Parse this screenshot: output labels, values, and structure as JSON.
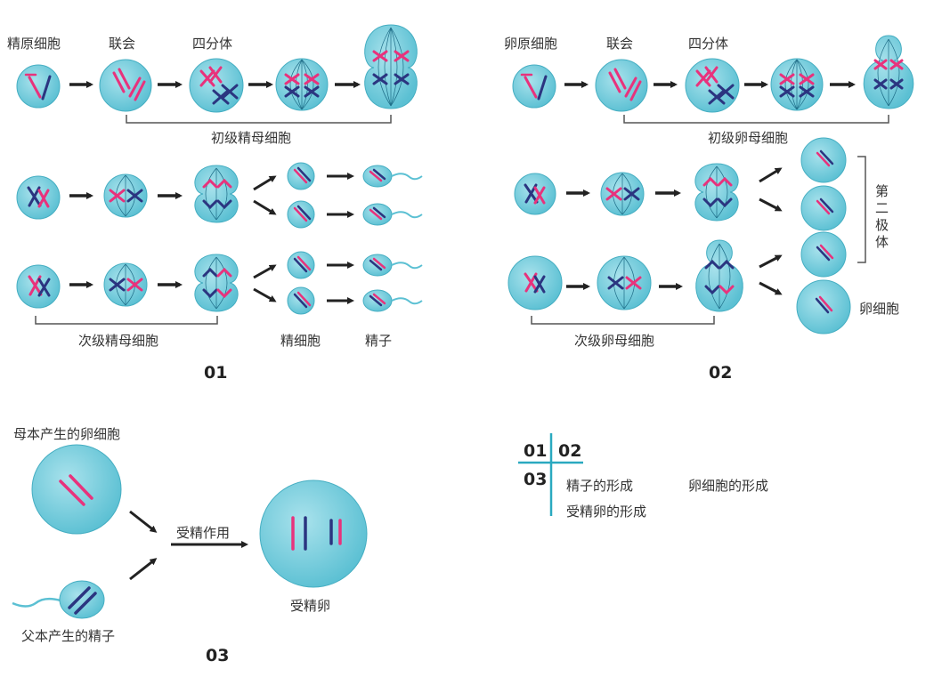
{
  "colors": {
    "cell_fill": "#5bc0d3",
    "cell_light": "#a9e2ec",
    "cell_stroke": "#45aec2",
    "chrom_pink": "#e8327c",
    "chrom_navy": "#2b3580",
    "arrow": "#222222",
    "spindle": "#1d6b86",
    "legend_line": "#2aa9c0"
  },
  "panel1": {
    "label_spermatogonium": "精原细胞",
    "label_synapsis": "联会",
    "label_tetrad": "四分体",
    "label_primary": "初级精母细胞",
    "label_secondary": "次级精母细胞",
    "label_spermatid": "精细胞",
    "label_sperm": "精子",
    "number": "01"
  },
  "panel2": {
    "label_oogonium": "卵原细胞",
    "label_synapsis": "联会",
    "label_tetrad": "四分体",
    "label_primary": "初级卵母细胞",
    "label_secondary": "次级卵母细胞",
    "label_polar_char1": "第",
    "label_polar_char2": "二",
    "label_polar_char3": "极",
    "label_polar_char4": "体",
    "label_egg": "卵细胞",
    "number": "02"
  },
  "panel3": {
    "label_mother_egg": "母本产生的卵细胞",
    "label_father_sperm": "父本产生的精子",
    "label_fertilization": "受精作用",
    "label_zygote": "受精卵",
    "number": "03"
  },
  "legend": {
    "n01": "01",
    "n02": "02",
    "n03": "03",
    "item1": "精子的形成",
    "item2": "卵细胞的形成",
    "item3": "受精卵的形成"
  }
}
